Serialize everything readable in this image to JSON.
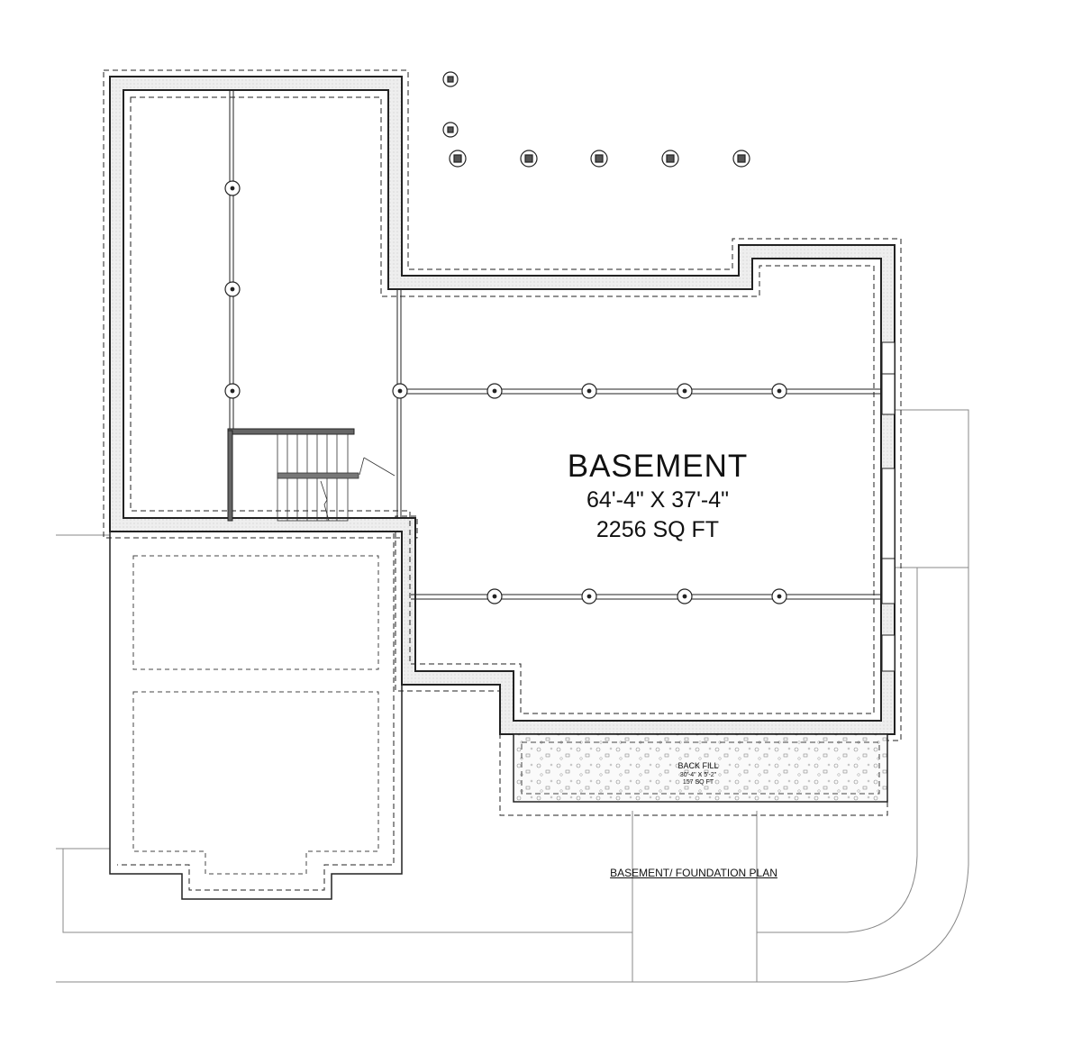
{
  "room": {
    "name": "BASEMENT",
    "dimensions": "64'-4\" X 37'-4\"",
    "area": "2256 SQ FT"
  },
  "backfill": {
    "name": "BACK FILL",
    "dimensions": "30'-4\" X 5'-2\"",
    "area": "157 SQ FT"
  },
  "plan_title": "BASEMENT/ FOUNDATION PLAN",
  "colors": {
    "line": "#222222",
    "site": "#888888",
    "fill": "#f2f2f2"
  }
}
